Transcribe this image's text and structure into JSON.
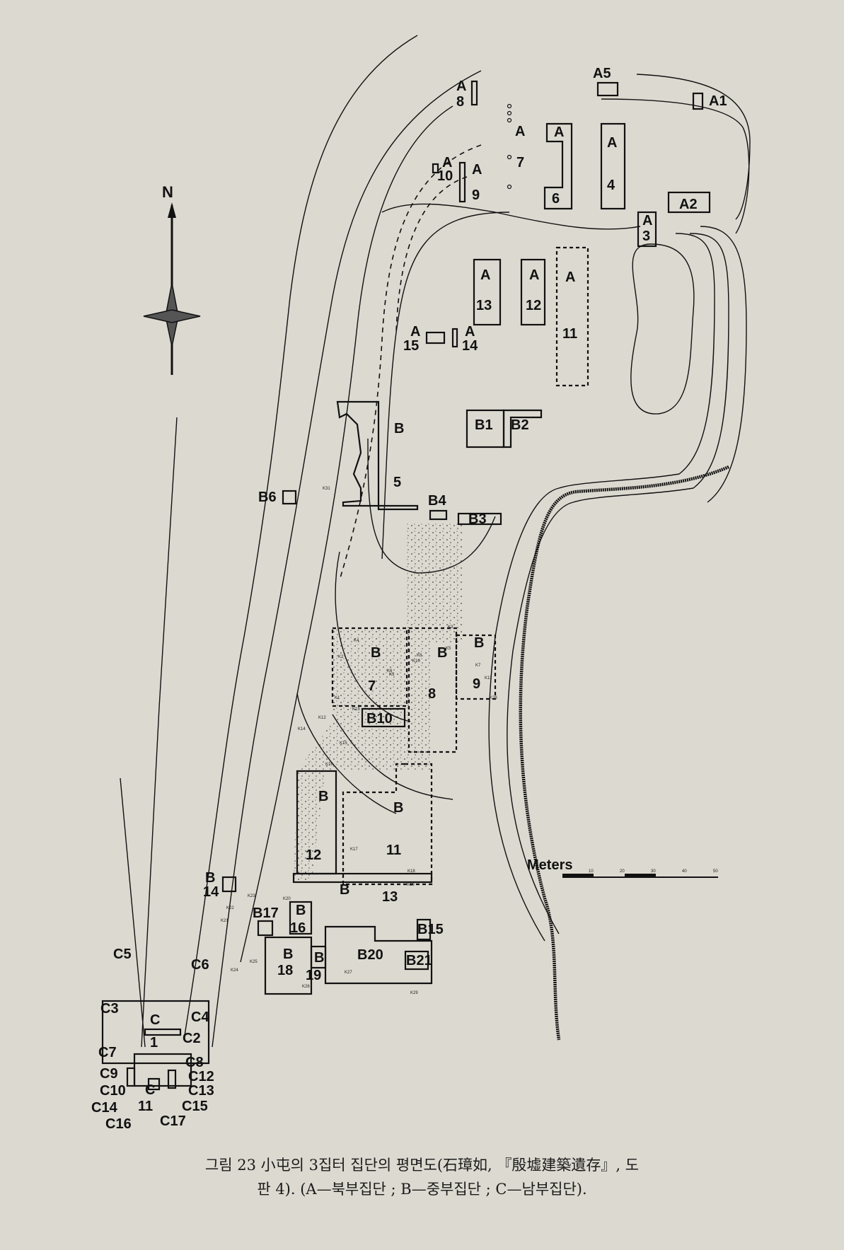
{
  "map": {
    "north_label": "N",
    "scale": {
      "title": "Meters",
      "ticks": [
        "10",
        "20",
        "30",
        "40",
        "50"
      ]
    },
    "labels_a": {
      "a1": "A1",
      "a2": "A2",
      "a3_top": "A",
      "a3_num": "3",
      "a4_top": "A",
      "a4_num": "4",
      "a5": "A5",
      "a6_top": "A",
      "a6_num": "6",
      "a7_top": "A",
      "a7_num": "7",
      "a8_top": "A",
      "a8_num": "8",
      "a9_top": "A",
      "a9_num": "9",
      "a10_top": "A",
      "a10_num": "10",
      "a11_top": "A",
      "a11_num": "11",
      "a12_top": "A",
      "a12_num": "12",
      "a13_top": "A",
      "a13_num": "13",
      "a14_top": "A",
      "a14_num": "14",
      "a15_top": "A",
      "a15_num": "15"
    },
    "labels_b": {
      "b5_top": "B",
      "b5_num": "5",
      "b1": "B1",
      "b2": "B2",
      "b3": "B3",
      "b4": "B4",
      "b6": "B6",
      "b7_top": "B",
      "b7_num": "7",
      "b8_top": "B",
      "b8_num": "8",
      "b9_top": "B",
      "b9_num": "9",
      "b10": "B10",
      "b11_top": "B",
      "b11_num": "11",
      "b12_top": "B",
      "b12_num": "12",
      "b13_top": "B",
      "b13_num": "13",
      "b14_top": "B",
      "b14_num": "14",
      "b15": "B15",
      "b16_top": "B",
      "b16_num": "16",
      "b17": "B17",
      "b18_top": "B",
      "b18_num": "18",
      "b19_top": "B",
      "b19_num": "19",
      "b20": "B20",
      "b21": "B21"
    },
    "labels_c": {
      "c1_top": "C",
      "c1_num": "1",
      "c2": "C2",
      "c3": "C3",
      "c4": "C4",
      "c5": "C5",
      "c6": "C6",
      "c7": "C7",
      "c8": "C8",
      "c9": "C9",
      "c10": "C10",
      "c11_top": "C",
      "c11_num": "11",
      "c12": "C12",
      "c13": "C13",
      "c14": "C14",
      "c15": "C15",
      "c16": "C16",
      "c17": "C17"
    },
    "pit_labels": [
      "K31",
      "K1",
      "K2",
      "K3",
      "K4",
      "K5",
      "K6",
      "K7",
      "K8",
      "K9",
      "K10",
      "K11",
      "K12",
      "K13",
      "K14",
      "K15",
      "K16",
      "K17",
      "K18",
      "K19",
      "K20",
      "K21",
      "K22",
      "K23",
      "K24",
      "K25",
      "K26",
      "K27",
      "K28",
      "K29"
    ]
  },
  "caption": {
    "line1": "그림 23  小屯의 3집터 집단의 평면도(石璋如, 『殷墟建築遺存』, 도",
    "line2": "판 4). (A—북부집단 ; B—중부집단 ; C—남부집단)."
  }
}
